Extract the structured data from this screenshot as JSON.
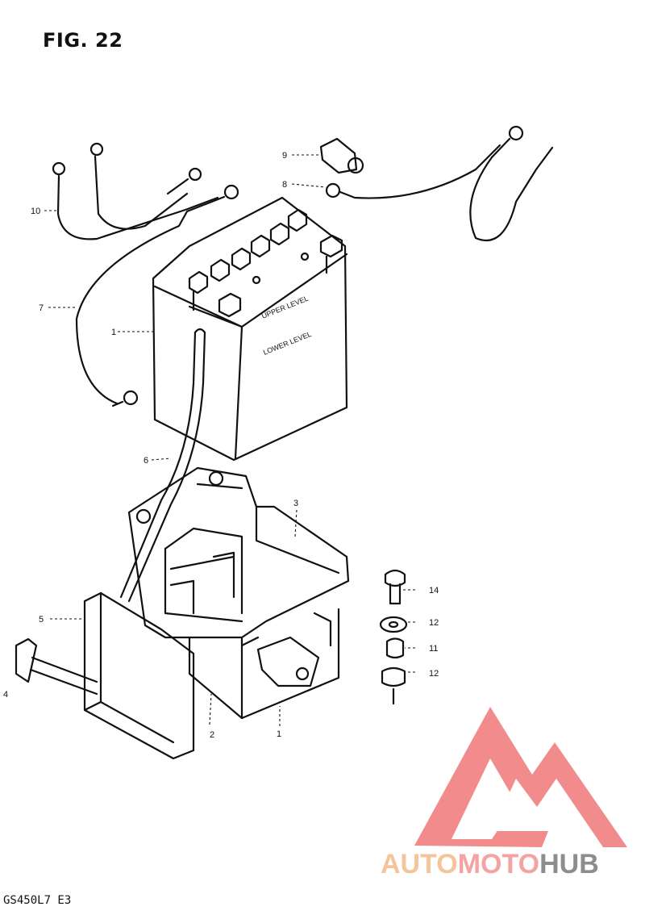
{
  "figure": {
    "title": "FIG. 22",
    "model_code": "GS450L7  E3"
  },
  "callouts": [
    {
      "num": "10"
    },
    {
      "num": "9"
    },
    {
      "num": "8"
    },
    {
      "num": "7"
    },
    {
      "num": "1"
    },
    {
      "num": "6"
    },
    {
      "num": "3"
    },
    {
      "num": "5"
    },
    {
      "num": "4"
    },
    {
      "num": "2"
    },
    {
      "num": "14"
    },
    {
      "num": "12"
    },
    {
      "num": "11"
    },
    {
      "num": "12"
    },
    {
      "num": "1"
    }
  ],
  "battery_labels": {
    "upper": "UPPER LEVEL",
    "lower": "LOWER LEVEL"
  },
  "watermark": {
    "word1": "AUTO",
    "word2": "MOTO",
    "word3": "HUB",
    "colors": {
      "auto": "#f5c59a",
      "moto": "#f4a3a3",
      "hub": "#8d8d8d",
      "logo": "#f28b8b"
    }
  }
}
